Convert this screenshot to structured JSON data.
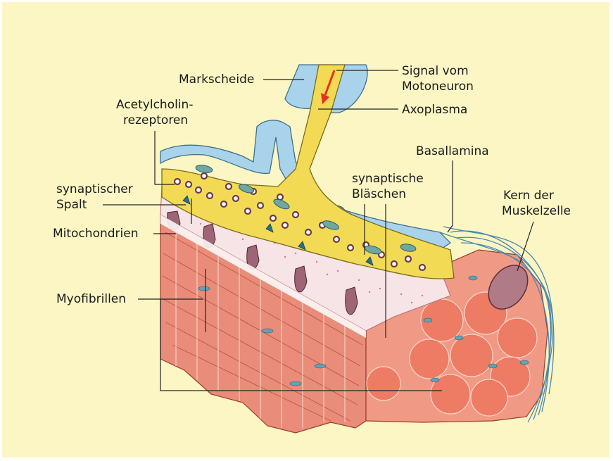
{
  "colors": {
    "background": "#fbf6c4",
    "axon": "#f2da54",
    "myelin": "#a9d3ea",
    "muscle": "#e98d7a",
    "muscle_light": "#f5c4b6",
    "cleft": "#f7e4e6",
    "mitochondria": "#6fa8a0",
    "vesicles": "#6b3b4a",
    "signal_arrow": "#e4321e",
    "leader_lines": "#222222"
  },
  "labels": {
    "markscheide": "Markscheide",
    "signal_line1": "Signal vom",
    "signal_line2": "Motoneuron",
    "acetyl_line1": "Acetylcholin-",
    "acetyl_line2": "rezeptoren",
    "axoplasma": "Axoplasma",
    "basallamina": "Basallamina",
    "blaeschen_line1": "synaptische",
    "blaeschen_line2": "Bläschen",
    "spalt_line1": "synaptischer",
    "spalt_line2": "Spalt",
    "kern_line1": "Kern der",
    "kern_line2": "Muskelzelle",
    "mitochondrien": "Mitochondrien",
    "myofibrillen": "Myofibrillen"
  }
}
